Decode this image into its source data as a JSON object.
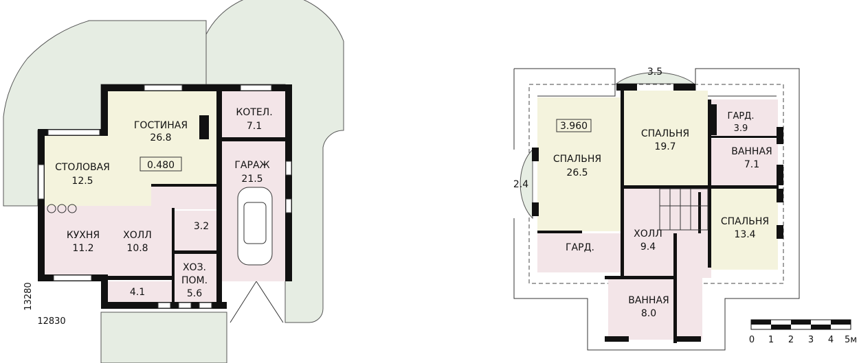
{
  "ground_floor": {
    "rooms": [
      {
        "name": "ГОСТИНАЯ",
        "area": "26.8"
      },
      {
        "name": "СТОЛОВАЯ",
        "area": "12.5"
      },
      {
        "name": "КОТЕЛ.",
        "area": "7.1"
      },
      {
        "name": "ГАРАЖ",
        "area": "21.5"
      },
      {
        "name": "КУХНЯ",
        "area": "11.2"
      },
      {
        "name": "ХОЛЛ",
        "area": "10.8"
      },
      {
        "name": "",
        "area": "3.2"
      },
      {
        "name": "ХОЗ.",
        "name2": "ПОМ.",
        "area": "5.6"
      },
      {
        "name": "",
        "area": "4.1"
      }
    ],
    "level_mark": "0.480",
    "dim_width": "12830",
    "dim_depth": "13280"
  },
  "upper_floor": {
    "rooms": [
      {
        "name": "СПАЛЬНЯ",
        "area": "26.5"
      },
      {
        "name": "СПАЛЬНЯ",
        "area": "19.7"
      },
      {
        "name": "ГАРД.",
        "area": "3.9"
      },
      {
        "name": "ВАННАЯ",
        "area": "7.1"
      },
      {
        "name": "СПАЛЬНЯ",
        "area": "13.4"
      },
      {
        "name": "ХОЛЛ",
        "area": "9.4"
      },
      {
        "name": "ГАРД.",
        "area": ""
      },
      {
        "name": "ВАННАЯ",
        "area": "8.0"
      }
    ],
    "balconies": [
      "3.5",
      "2.4"
    ],
    "level_mark": "3.960"
  },
  "scale_bar": {
    "ticks": [
      "0",
      "1",
      "2",
      "3",
      "4",
      "5м"
    ]
  },
  "colors": {
    "living": "#f4f3dd",
    "service": "#f3e5e8",
    "terrace": "#e6ede3",
    "wall": "#111111"
  }
}
